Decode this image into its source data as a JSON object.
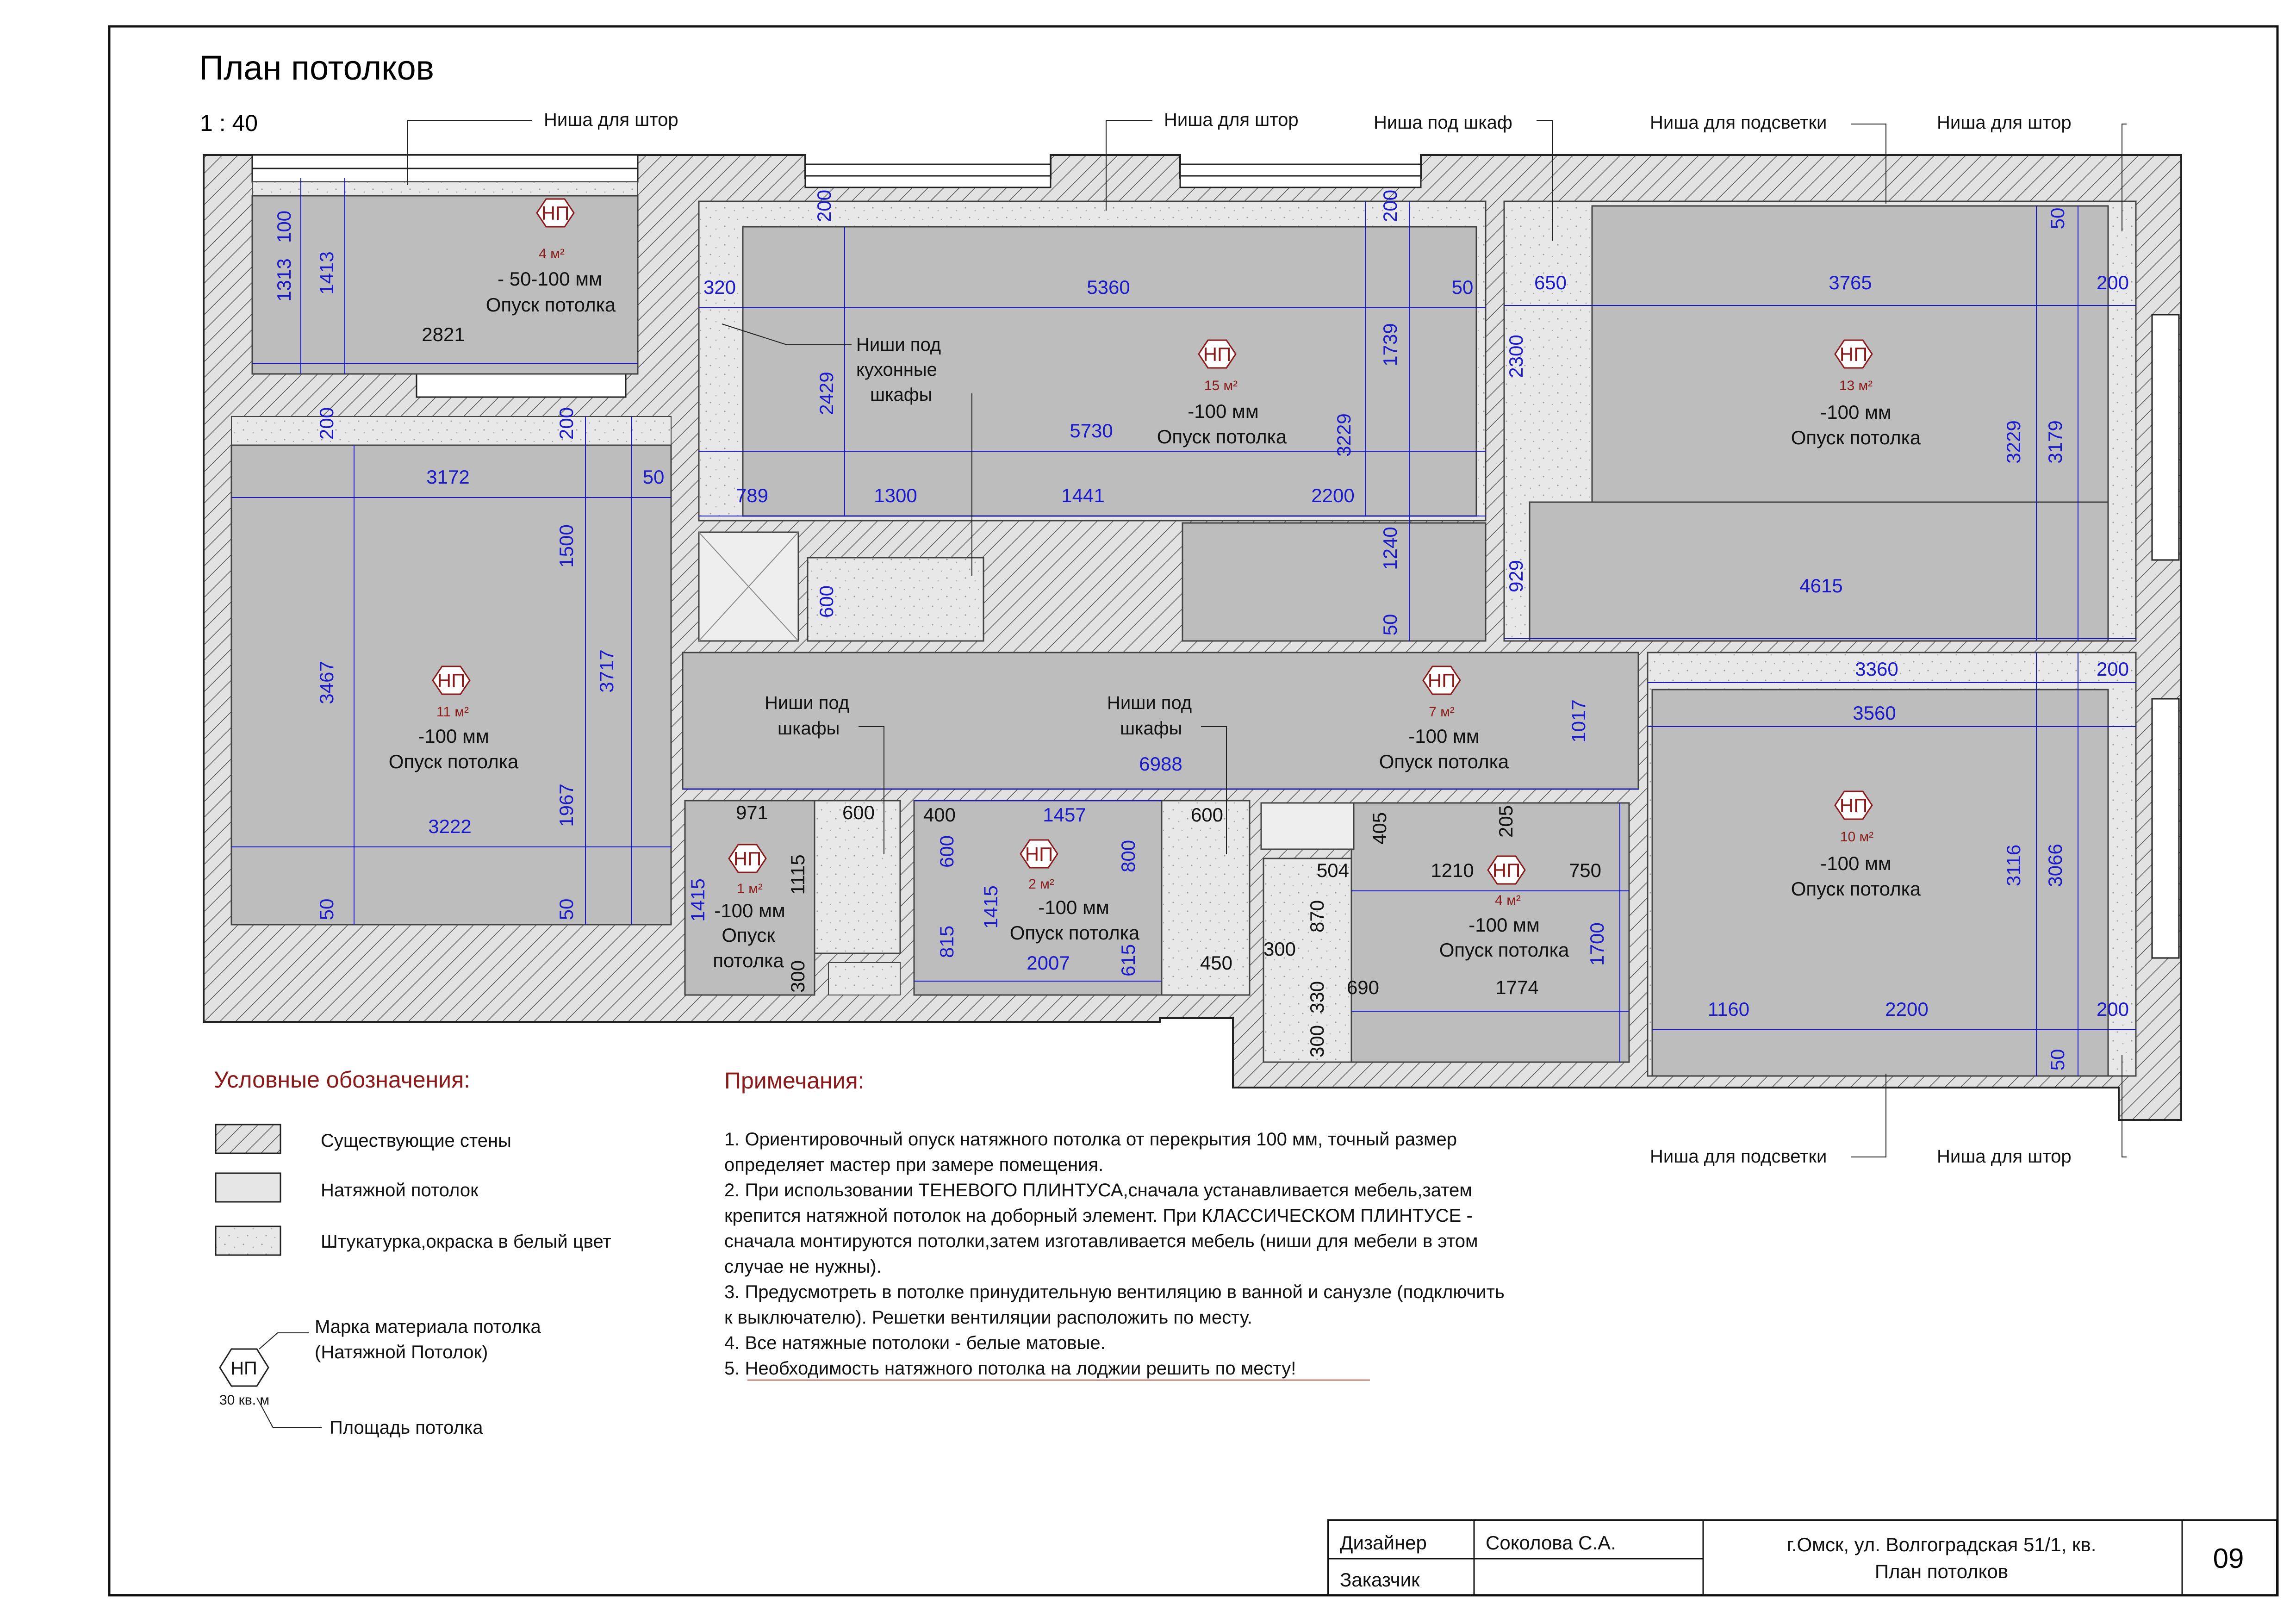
{
  "title": "План потолков",
  "scale": "1 : 40",
  "callouts": {
    "niche_curtain_1": "Ниша для штор",
    "niche_curtain_2": "Ниша для штор",
    "niche_wardrobe": "Ниша под шкаф",
    "niche_light_top": "Ниша для подсветки",
    "niche_curtain_3": "Ниша для штор",
    "niche_light_bottom": "Ниша для подсветки",
    "niche_curtain_4": "Ниша для штор",
    "kitchen_niches": [
      "Ниши под",
      "кухонные",
      "шкафы"
    ],
    "hall_niches_1": [
      "Ниши под",
      "шкафы"
    ],
    "hall_niches_2": [
      "Ниши под",
      "шкафы"
    ]
  },
  "rooms": [
    {
      "mark": "НП",
      "area": "4 м²",
      "line1": "- 50-100 мм",
      "line2": "Опуск потолка"
    },
    {
      "mark": "НП",
      "area": "15 м²",
      "line1": "-100 мм",
      "line2": "Опуск потолка"
    },
    {
      "mark": "НП",
      "area": "13 м²",
      "line1": "-100 мм",
      "line2": "Опуск потолка"
    },
    {
      "mark": "НП",
      "area": "11 м²",
      "line1": "-100 мм",
      "line2": "Опуск потолка"
    },
    {
      "mark": "НП",
      "area": "7 м²",
      "line1": "-100 мм",
      "line2": "Опуск потолка"
    },
    {
      "mark": "НП",
      "area": "1 м²",
      "line1": "-100 мм",
      "line2": "Опуск",
      "line3": "потолка"
    },
    {
      "mark": "НП",
      "area": "2 м²",
      "line1": "-100 мм",
      "line2": "Опуск потолка"
    },
    {
      "mark": "НП",
      "area": "4 м²",
      "line1": "-100 мм",
      "line2": "Опуск потолка"
    },
    {
      "mark": "НП",
      "area": "10 м²",
      "line1": "-100 мм",
      "line2": "Опуск потолка"
    }
  ],
  "dimensions": {
    "d100": "100",
    "d1313": "1313",
    "d1413": "1413",
    "d2821": "2821",
    "d200a": "200",
    "d200b": "200",
    "d3172": "3172",
    "d50a": "50",
    "d3467": "3467",
    "d1500": "1500",
    "d3717": "3717",
    "d1967": "1967",
    "d3222": "3222",
    "d50b": "50",
    "d50c": "50",
    "d200c": "200",
    "d200d": "200",
    "d320": "320",
    "d5360": "5360",
    "d50d": "50",
    "d1739": "1739",
    "d2429": "2429",
    "d5730": "5730",
    "d3229a": "3229",
    "d789": "789",
    "d1300": "1300",
    "d1441": "1441",
    "d2200a": "2200",
    "d1240": "1240",
    "d600a": "600",
    "d50e": "50",
    "d650": "650",
    "d3765": "3765",
    "d200e": "200",
    "d50f": "50",
    "d2300": "2300",
    "d3229b": "3229",
    "d3179": "3179",
    "d929": "929",
    "d4615": "4615",
    "d6988": "6988",
    "d1017": "1017",
    "d3360": "3360",
    "d200f": "200",
    "d3560": "3560",
    "d3116": "3116",
    "d3066": "3066",
    "d1160": "1160",
    "d2200b": "2200",
    "d200g": "200",
    "d50g": "50",
    "d971": "971",
    "d600b": "600",
    "d1115": "1115",
    "d1415a": "1415",
    "d300a": "300",
    "d400": "400",
    "d1457": "1457",
    "d600c": "600",
    "d600d": "600",
    "d800": "800",
    "d1415b": "1415",
    "d815": "815",
    "d2007": "2007",
    "d615": "615",
    "d450": "450",
    "d405": "405",
    "d205": "205",
    "d504": "504",
    "d1210": "1210",
    "d750": "750",
    "d870": "870",
    "d1700": "1700",
    "d300b": "300",
    "d690": "690",
    "d1774": "1774",
    "d330": "330",
    "d300c": "300"
  },
  "legend": {
    "heading": "Условные обозначения:",
    "items": [
      "Существующие стены",
      "Натяжной потолок",
      "Штукатурка,окраска в белый цвет"
    ],
    "mark_label_1": "Марка материала потолка",
    "mark_label_2": "(Натяжной Потолок)",
    "mark_symbol": "НП",
    "mark_area": "30 кв. м",
    "area_label": "Площадь потолка"
  },
  "notes": {
    "heading": "Примечания:",
    "lines": [
      "1. Ориентировочный опуск натяжного потолка от перекрытия 100 мм, точный размер",
      "определяет мастер при замере помещения.",
      "2. При использовании ТЕНЕВОГО ПЛИНТУСА,сначала устанавливается мебель,затем",
      "крепится натяжной потолок на доборный элемент. При КЛАССИЧЕСКОМ ПЛИНТУСЕ -",
      "сначала монтируются потолки,затем изготавливается мебель (ниши для мебели в этом",
      "случае не нужны).",
      "3. Предусмотреть в потолке принудительную вентиляцию в ванной и санузле  (подключить",
      "к выключателю). Решетки вентиляции расположить по месту.",
      "4. Все натяжные потолоки - белые матовые.",
      "5. Необходимость натяжного потолка на лоджии решить по месту!"
    ]
  },
  "stamp": {
    "designer_label": "Дизайнер",
    "designer": "Соколова С.А.",
    "client_label": "Заказчик",
    "address": "г.Омск, ул. Волгоградская 51/1, кв.",
    "sheet_title": "План потолков",
    "sheet_no": "09"
  },
  "colors": {
    "wall_hatch": "#cfcfcf",
    "ceiling": "#bdbdbd",
    "plaster": "#e6e6e6",
    "dim": "#1a1acc",
    "accent": "#8b1a1a"
  }
}
